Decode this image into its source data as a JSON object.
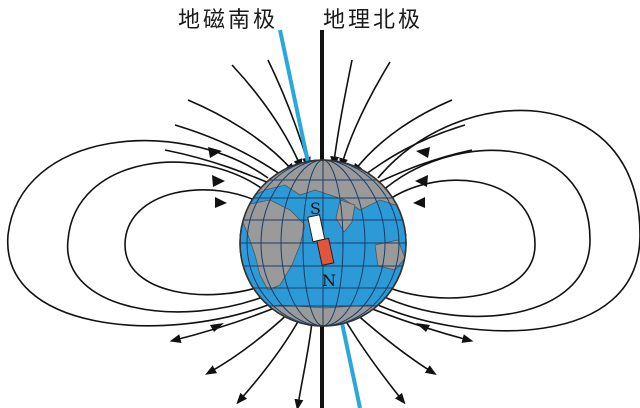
{
  "labels": {
    "magnetic_south_pole": "地磁南极",
    "geographic_north_pole": "地理北极",
    "magnet_pole_top": "S",
    "magnet_pole_bottom": "N"
  },
  "colors": {
    "magnetic_axis": "#2aa7dc",
    "geographic_axis": "#111111",
    "ocean": "#2b9ad6",
    "land": "#9a9a9a",
    "magnet_south": "#ffffff",
    "magnet_north": "#e2543c",
    "field_lines": "#111111"
  }
}
